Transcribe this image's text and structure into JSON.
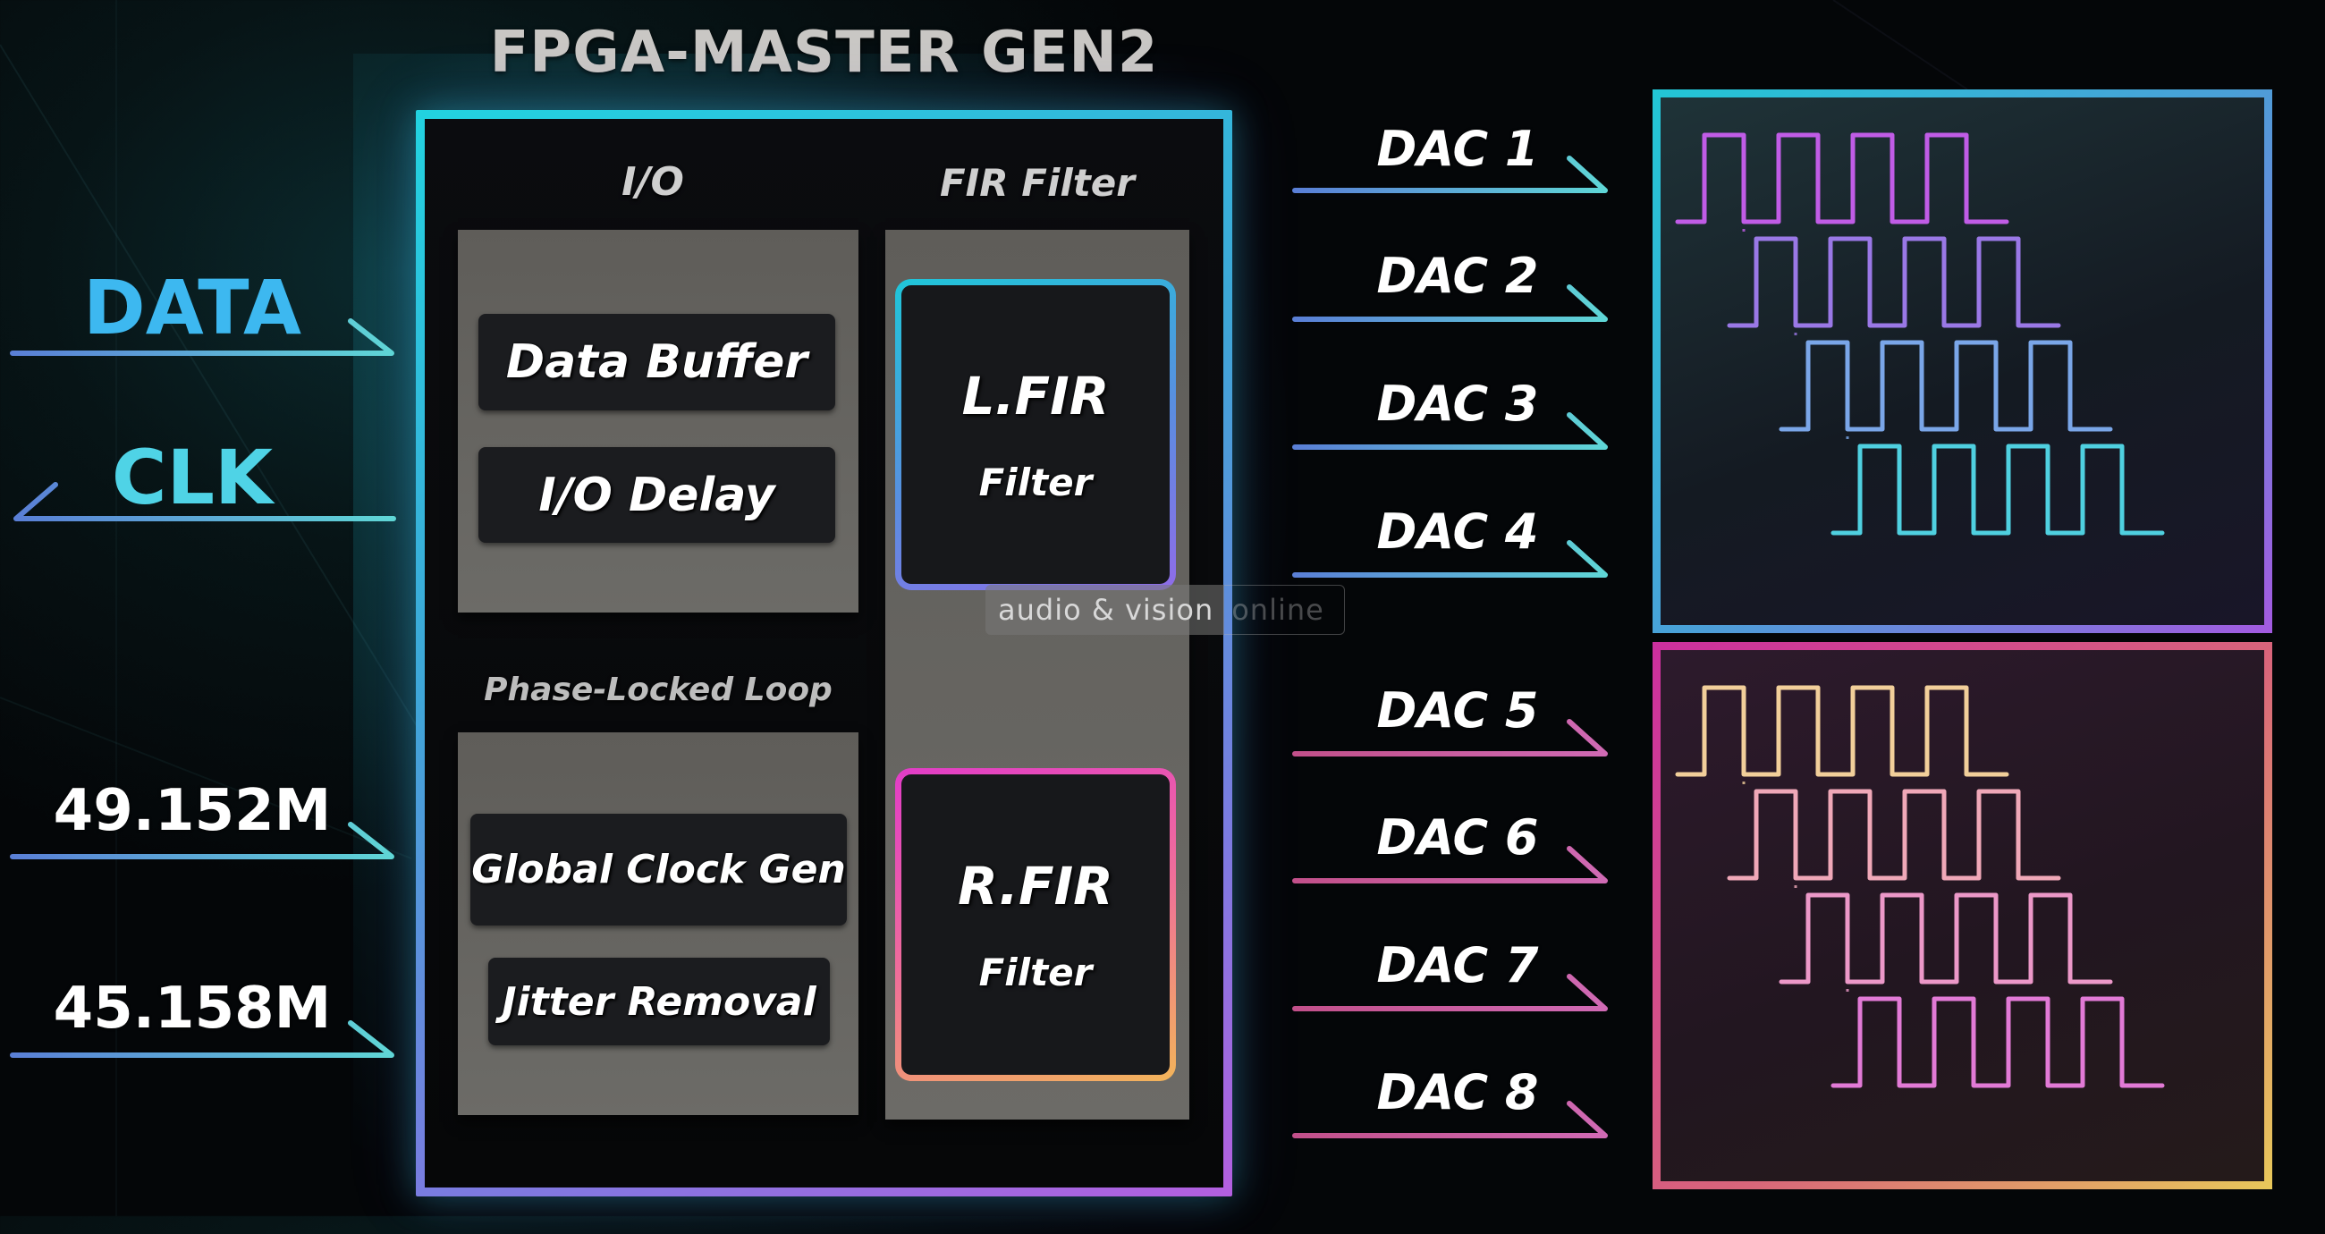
{
  "title": "FPGA-MASTER GEN2",
  "fpga": {
    "io": {
      "label": "I/O",
      "blocks": [
        "Data Buffer",
        "I/O Delay"
      ]
    },
    "pll": {
      "label": "Phase-Locked Loop",
      "blocks": [
        "Global Clock Gen",
        "Jitter Removal"
      ]
    },
    "fir": {
      "label": "FIR Filter",
      "left": {
        "name": "L.FIR",
        "sub": "Filter"
      },
      "right": {
        "name": "R.FIR",
        "sub": "Filter"
      }
    }
  },
  "inputs": [
    {
      "label": "DATA",
      "color": "#3db8f0",
      "direction": "in"
    },
    {
      "label": "CLK",
      "color": "#4fd3e6",
      "direction": "out"
    },
    {
      "label": "49.152M",
      "color": "#ffffff",
      "direction": "in"
    },
    {
      "label": "45.158M",
      "color": "#ffffff",
      "direction": "in"
    }
  ],
  "outputs": [
    {
      "label": "DAC 1",
      "group": "left"
    },
    {
      "label": "DAC 2",
      "group": "left"
    },
    {
      "label": "DAC 3",
      "group": "left"
    },
    {
      "label": "DAC 4",
      "group": "left"
    },
    {
      "label": "DAC 5",
      "group": "right"
    },
    {
      "label": "DAC 6",
      "group": "right"
    },
    {
      "label": "DAC 7",
      "group": "right"
    },
    {
      "label": "DAC 8",
      "group": "right"
    }
  ],
  "waveforms": {
    "channels_per_group": 4,
    "pulses_per_channel": 4,
    "phase_offset_per_channel": 1,
    "left_group_colors": [
      "#c05ce6",
      "#9a78e6",
      "#7aa6e8",
      "#4fd0e0"
    ],
    "right_group_colors": [
      "#f2cf9a",
      "#f0a8b8",
      "#ec98c8",
      "#e27ad6"
    ]
  },
  "colors": {
    "teal": "#22d3e0",
    "purple": "#a35ae0",
    "magenta": "#e23cc8",
    "orange": "#f2b45a"
  },
  "watermark": {
    "left": "audio & vision",
    "right": "online"
  }
}
